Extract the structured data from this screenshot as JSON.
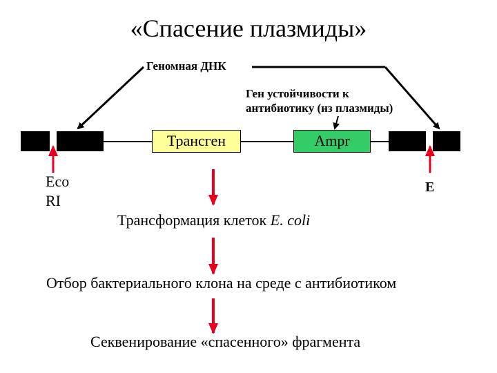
{
  "title": "«Спасение плазмиды»",
  "labels": {
    "genomic_dna": "Геномная ДНК",
    "resistance_gene_line1": "Ген устойчивости к",
    "resistance_gene_line2": "антибиотику (из плазмиды)",
    "eco_line1": "Eco",
    "eco_line2": "RI",
    "e_site": "E"
  },
  "boxes": {
    "transgene": {
      "label": "Трансген",
      "color": "#ffff99"
    },
    "ampr": {
      "label": "Ampr",
      "color": "#33cc66"
    }
  },
  "steps": {
    "transformation_prefix": "Трансформация клеток ",
    "transformation_species": "E. coli",
    "selection": "Отбор бактериального клона на среде с антибиотиком",
    "sequencing": "Секвенирование «спасенного» фрагмента"
  },
  "colors": {
    "arrow": "#e8001c",
    "line": "#000000"
  }
}
